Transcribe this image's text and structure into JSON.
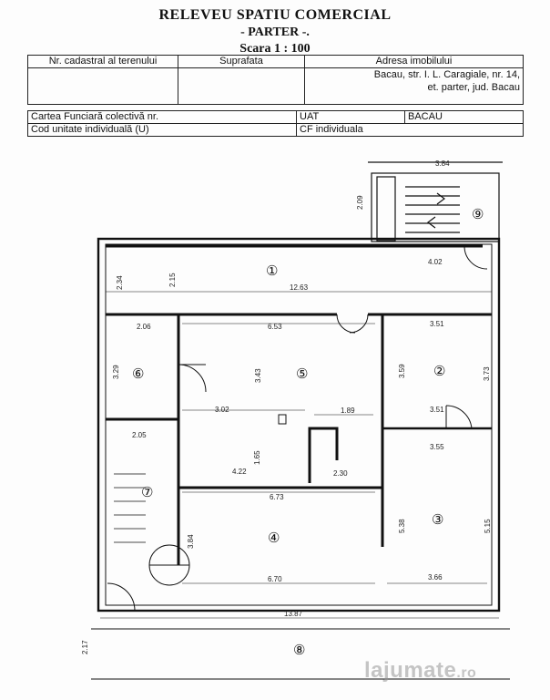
{
  "header": {
    "title": "RELEVEU SPATIU COMERCIAL",
    "subtitle": "- PARTER -.",
    "scale": "Scara   1 : 100"
  },
  "info_table": {
    "col1": "Nr. cadastral al terenului",
    "col2": "Suprafata",
    "col3": "Adresa imobilului",
    "address_line1": "Bacau, str. I. L. Caragiale, nr. 14,",
    "address_line2": "et. parter, jud. Bacau",
    "cf_colectiva": "Cartea Funciară colectivă nr.",
    "uat_label": "UAT",
    "uat_value": "BACAU",
    "cod_unitate": "Cod unitate individuală (U)",
    "cf_individuala": "CF individuala"
  },
  "rooms": [
    "①",
    "②",
    "③",
    "④",
    "⑤",
    "⑥",
    "⑦",
    "⑧",
    "⑨"
  ],
  "dimensions": {
    "d384": "3.84",
    "d209": "2.09",
    "d402": "4.02",
    "d234": "2.34",
    "d215": "2.15",
    "d1263": "12.63",
    "d206": "2.06",
    "d653": "6.53",
    "d351a": "3.51",
    "d329": "3.29",
    "d343": "3.43",
    "d359": "3.59",
    "d373": "3.73",
    "d351b": "3.51",
    "d302": "3.02",
    "d189": "1.89",
    "d205": "2.05",
    "d355": "3.55",
    "d165": "1.65",
    "d422": "4.22",
    "d230": "2.30",
    "d673": "6.73",
    "d538": "5.38",
    "d515": "5.15",
    "d384b": "3.84",
    "d670": "6.70",
    "d366": "3.66",
    "d1387": "13.87",
    "d217": "2.17"
  },
  "watermark": {
    "main": "lajumate",
    "tld": ".ro"
  }
}
